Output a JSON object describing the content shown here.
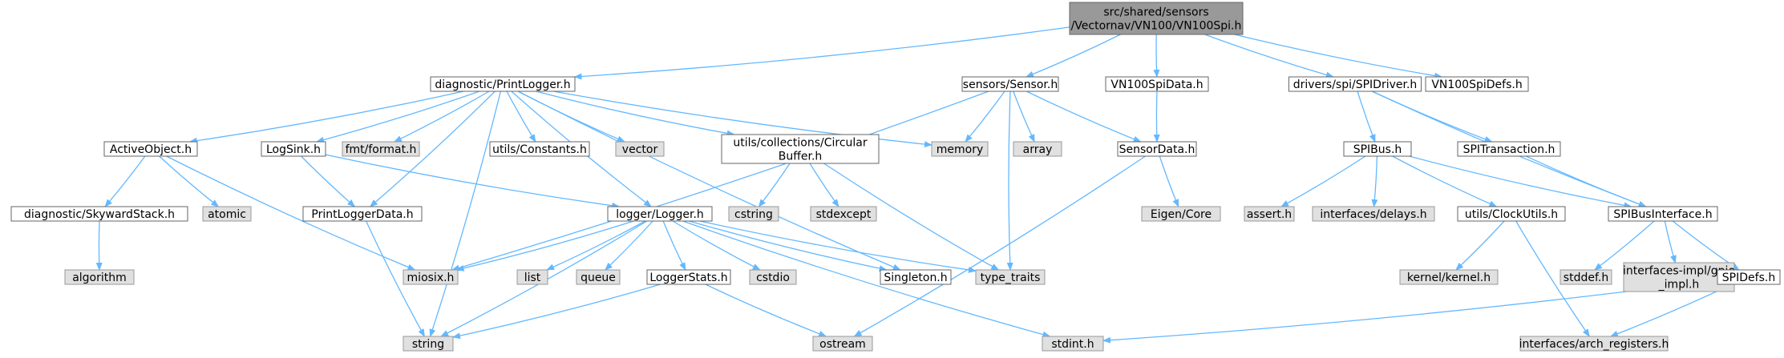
{
  "graph": {
    "colors": {
      "edge": "#63b8ff",
      "main": "#999999",
      "documented": "#ffffff",
      "external": "#e0e0e0"
    },
    "nodes": [
      {
        "id": "root",
        "kind": "main",
        "lines": [
          "src/shared/sensors",
          "/Vectornav/VN100/VN100Spi.h"
        ]
      },
      {
        "id": "printlogger",
        "kind": "doc",
        "lines": [
          "diagnostic/PrintLogger.h"
        ]
      },
      {
        "id": "sensor",
        "kind": "doc",
        "lines": [
          "sensors/Sensor.h"
        ]
      },
      {
        "id": "vn100spidata",
        "kind": "doc",
        "lines": [
          "VN100SpiData.h"
        ]
      },
      {
        "id": "spidriver",
        "kind": "doc",
        "lines": [
          "drivers/spi/SPIDriver.h"
        ]
      },
      {
        "id": "vn100spidefs",
        "kind": "doc",
        "lines": [
          "VN100SpiDefs.h"
        ]
      },
      {
        "id": "activeobject",
        "kind": "doc",
        "lines": [
          "ActiveObject.h"
        ]
      },
      {
        "id": "logsink",
        "kind": "doc",
        "lines": [
          "LogSink.h"
        ]
      },
      {
        "id": "fmtformat",
        "kind": "ext",
        "lines": [
          "fmt/format.h"
        ]
      },
      {
        "id": "constants",
        "kind": "doc",
        "lines": [
          "utils/Constants.h"
        ]
      },
      {
        "id": "vector",
        "kind": "ext",
        "lines": [
          "vector"
        ]
      },
      {
        "id": "circularbuffer",
        "kind": "doc",
        "lines": [
          "utils/collections/Circular",
          "Buffer.h"
        ]
      },
      {
        "id": "memory",
        "kind": "ext",
        "lines": [
          "memory"
        ]
      },
      {
        "id": "array",
        "kind": "ext",
        "lines": [
          "array"
        ]
      },
      {
        "id": "sensordata",
        "kind": "doc",
        "lines": [
          "SensorData.h"
        ]
      },
      {
        "id": "spibus",
        "kind": "doc",
        "lines": [
          "SPIBus.h"
        ]
      },
      {
        "id": "spitransaction",
        "kind": "doc",
        "lines": [
          "SPITransaction.h"
        ]
      },
      {
        "id": "skywardstack",
        "kind": "doc",
        "lines": [
          "diagnostic/SkywardStack.h"
        ]
      },
      {
        "id": "atomic",
        "kind": "ext",
        "lines": [
          "atomic"
        ]
      },
      {
        "id": "printloggerdata",
        "kind": "doc",
        "lines": [
          "PrintLoggerData.h"
        ]
      },
      {
        "id": "logger",
        "kind": "doc",
        "lines": [
          "logger/Logger.h"
        ]
      },
      {
        "id": "cstring",
        "kind": "ext",
        "lines": [
          "cstring"
        ]
      },
      {
        "id": "stdexcept",
        "kind": "ext",
        "lines": [
          "stdexcept"
        ]
      },
      {
        "id": "eigencore",
        "kind": "ext",
        "lines": [
          "Eigen/Core"
        ]
      },
      {
        "id": "assert",
        "kind": "ext",
        "lines": [
          "assert.h"
        ]
      },
      {
        "id": "delays",
        "kind": "ext",
        "lines": [
          "interfaces/delays.h"
        ]
      },
      {
        "id": "clockutils",
        "kind": "doc",
        "lines": [
          "utils/ClockUtils.h"
        ]
      },
      {
        "id": "spibusinterface",
        "kind": "doc",
        "lines": [
          "SPIBusInterface.h"
        ]
      },
      {
        "id": "algorithm",
        "kind": "ext",
        "lines": [
          "algorithm"
        ]
      },
      {
        "id": "miosix",
        "kind": "ext",
        "lines": [
          "miosix.h"
        ]
      },
      {
        "id": "list",
        "kind": "ext",
        "lines": [
          "list"
        ]
      },
      {
        "id": "queue",
        "kind": "ext",
        "lines": [
          "queue"
        ]
      },
      {
        "id": "loggerstats",
        "kind": "doc",
        "lines": [
          "LoggerStats.h"
        ]
      },
      {
        "id": "cstdio",
        "kind": "ext",
        "lines": [
          "cstdio"
        ]
      },
      {
        "id": "singleton",
        "kind": "doc",
        "lines": [
          "Singleton.h"
        ]
      },
      {
        "id": "typetraits",
        "kind": "ext",
        "lines": [
          "type_traits"
        ]
      },
      {
        "id": "kernel",
        "kind": "ext",
        "lines": [
          "kernel/kernel.h"
        ]
      },
      {
        "id": "stddef",
        "kind": "ext",
        "lines": [
          "stddef.h"
        ]
      },
      {
        "id": "gpioimpl",
        "kind": "ext",
        "lines": [
          "interfaces-impl/gpio",
          "_impl.h"
        ]
      },
      {
        "id": "spidefs",
        "kind": "doc",
        "lines": [
          "SPIDefs.h"
        ]
      },
      {
        "id": "string",
        "kind": "ext",
        "lines": [
          "string"
        ]
      },
      {
        "id": "ostream",
        "kind": "ext",
        "lines": [
          "ostream"
        ]
      },
      {
        "id": "stdint",
        "kind": "ext",
        "lines": [
          "stdint.h"
        ]
      },
      {
        "id": "archregisters",
        "kind": "ext",
        "lines": [
          "interfaces/arch_registers.h"
        ]
      }
    ],
    "edges": [
      [
        "root",
        "printlogger"
      ],
      [
        "root",
        "sensor"
      ],
      [
        "root",
        "vn100spidata"
      ],
      [
        "root",
        "spidriver"
      ],
      [
        "root",
        "vn100spidefs"
      ],
      [
        "printlogger",
        "activeobject"
      ],
      [
        "printlogger",
        "logsink"
      ],
      [
        "printlogger",
        "fmtformat"
      ],
      [
        "printlogger",
        "constants"
      ],
      [
        "printlogger",
        "vector"
      ],
      [
        "printlogger",
        "circularbuffer"
      ],
      [
        "printlogger",
        "memory"
      ],
      [
        "printlogger",
        "printloggerdata"
      ],
      [
        "printlogger",
        "logger"
      ],
      [
        "printlogger",
        "singleton"
      ],
      [
        "printlogger",
        "string"
      ],
      [
        "sensor",
        "memory"
      ],
      [
        "sensor",
        "array"
      ],
      [
        "sensor",
        "sensordata"
      ],
      [
        "sensor",
        "typetraits"
      ],
      [
        "sensor",
        "miosix"
      ],
      [
        "vn100spidata",
        "sensordata"
      ],
      [
        "spidriver",
        "spibus"
      ],
      [
        "spidriver",
        "spitransaction"
      ],
      [
        "spidriver",
        "spibusinterface"
      ],
      [
        "activeobject",
        "skywardstack"
      ],
      [
        "activeobject",
        "atomic"
      ],
      [
        "activeobject",
        "miosix"
      ],
      [
        "logsink",
        "printloggerdata"
      ],
      [
        "logsink",
        "logger"
      ],
      [
        "circularbuffer",
        "cstring"
      ],
      [
        "circularbuffer",
        "stdexcept"
      ],
      [
        "circularbuffer",
        "typetraits"
      ],
      [
        "sensordata",
        "eigencore"
      ],
      [
        "sensordata",
        "ostream"
      ],
      [
        "spibus",
        "assert"
      ],
      [
        "spibus",
        "delays"
      ],
      [
        "spibus",
        "clockutils"
      ],
      [
        "spibus",
        "spibusinterface"
      ],
      [
        "spitransaction",
        "spibusinterface"
      ],
      [
        "skywardstack",
        "algorithm"
      ],
      [
        "printloggerdata",
        "string"
      ],
      [
        "logger",
        "miosix"
      ],
      [
        "logger",
        "list"
      ],
      [
        "logger",
        "queue"
      ],
      [
        "logger",
        "loggerstats"
      ],
      [
        "logger",
        "cstdio"
      ],
      [
        "logger",
        "singleton"
      ],
      [
        "logger",
        "typetraits"
      ],
      [
        "logger",
        "string"
      ],
      [
        "logger",
        "stdint"
      ],
      [
        "loggerstats",
        "string"
      ],
      [
        "loggerstats",
        "ostream"
      ],
      [
        "clockutils",
        "kernel"
      ],
      [
        "clockutils",
        "archregisters"
      ],
      [
        "spibusinterface",
        "stddef"
      ],
      [
        "spibusinterface",
        "gpioimpl"
      ],
      [
        "spibusinterface",
        "spidefs"
      ],
      [
        "spidefs",
        "stdint"
      ],
      [
        "spidefs",
        "archregisters"
      ]
    ]
  }
}
